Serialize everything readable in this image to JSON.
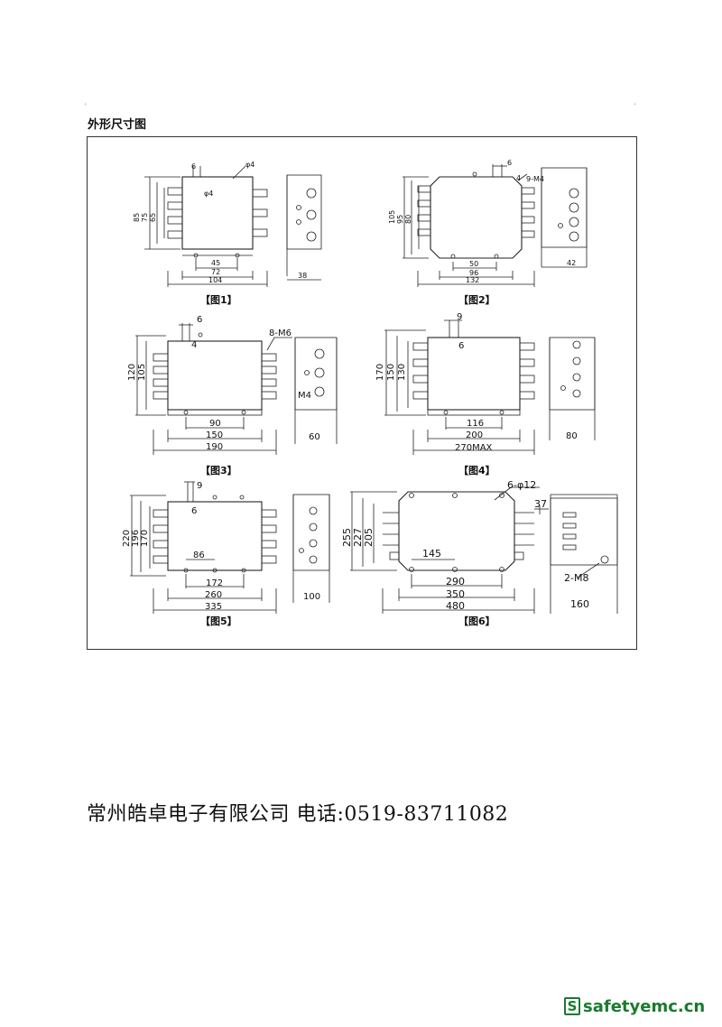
{
  "heading": "外形尺寸图",
  "figures": [
    {
      "caption": "【图1】",
      "dims": {
        "d1": "6",
        "d2": "φ4",
        "d3": "φ4",
        "v1": "85",
        "v2": "75",
        "v3": "65",
        "b1": "45",
        "b2": "72",
        "b3": "104",
        "side": "38"
      }
    },
    {
      "caption": "【图2】",
      "dims": {
        "d1": "6",
        "d2": "4",
        "d3": "9-M4",
        "v1": "105",
        "v2": "95",
        "v3": "80",
        "b1": "50",
        "b2": "96",
        "b3": "132",
        "side": "42"
      }
    },
    {
      "caption": "【图3】",
      "dims": {
        "d1": "6",
        "d2": "4",
        "d3": "8-M6",
        "d4": "M4",
        "v1": "120",
        "v2": "105",
        "b1": "90",
        "b2": "150",
        "b3": "190",
        "side": "60"
      }
    },
    {
      "caption": "【图4】",
      "dims": {
        "d1": "9",
        "d2": "6",
        "v1": "170",
        "v2": "150",
        "v3": "130",
        "b1": "116",
        "b2": "200",
        "b3": "270MAX",
        "side": "80"
      }
    },
    {
      "caption": "【图5】",
      "dims": {
        "d1": "9",
        "d2": "6",
        "v1": "220",
        "v2": "196",
        "v3": "170",
        "b0": "86",
        "b1": "172",
        "b2": "260",
        "b3": "335",
        "side": "100"
      }
    },
    {
      "caption": "【图6】",
      "dims": {
        "d1": "6-φ12",
        "d2": "37",
        "d3": "2-M8",
        "v1": "255",
        "v2": "227",
        "v3": "205",
        "b0": "145",
        "b1": "290",
        "b2": "350",
        "b3": "480",
        "side": "160"
      }
    }
  ],
  "footer": "常州皓卓电子有限公司 电话:0519-83711082",
  "brand": {
    "icon": "S",
    "text": "safetyemc.cn"
  }
}
